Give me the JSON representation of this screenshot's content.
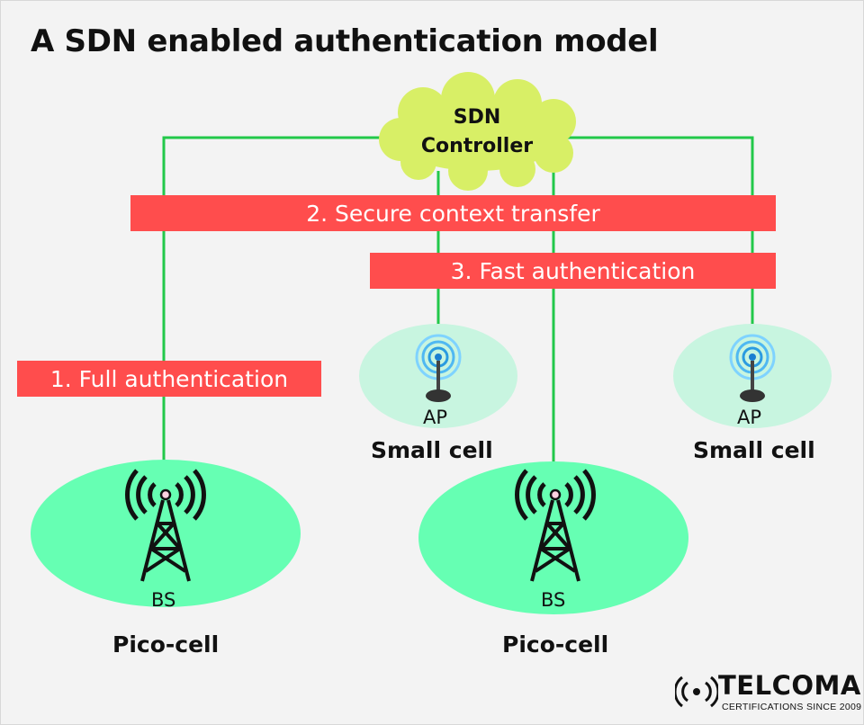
{
  "title": "A SDN enabled authentication model",
  "controller": {
    "line1": "SDN",
    "line2": "Controller"
  },
  "banners": {
    "secure_context": "2. Secure context transfer",
    "fast_auth": "3. Fast authentication",
    "full_auth": "1. Full authentication"
  },
  "cells": {
    "pico_left": {
      "station": "BS",
      "name": "Pico-cell"
    },
    "pico_center": {
      "station": "BS",
      "name": "Pico-cell"
    },
    "small_left": {
      "station": "AP",
      "name": "Small cell"
    },
    "small_right": {
      "station": "AP",
      "name": "Small cell"
    }
  },
  "colors": {
    "link_line": "#22c84a",
    "banner": "#ff4d4d",
    "cloud": "#d8ef66",
    "pico_cell": "#66ffb3",
    "small_cell": "#c8f5e0"
  },
  "logo": {
    "name": "TELCOMA",
    "tagline": "CERTIFICATIONS SINCE 2009"
  }
}
